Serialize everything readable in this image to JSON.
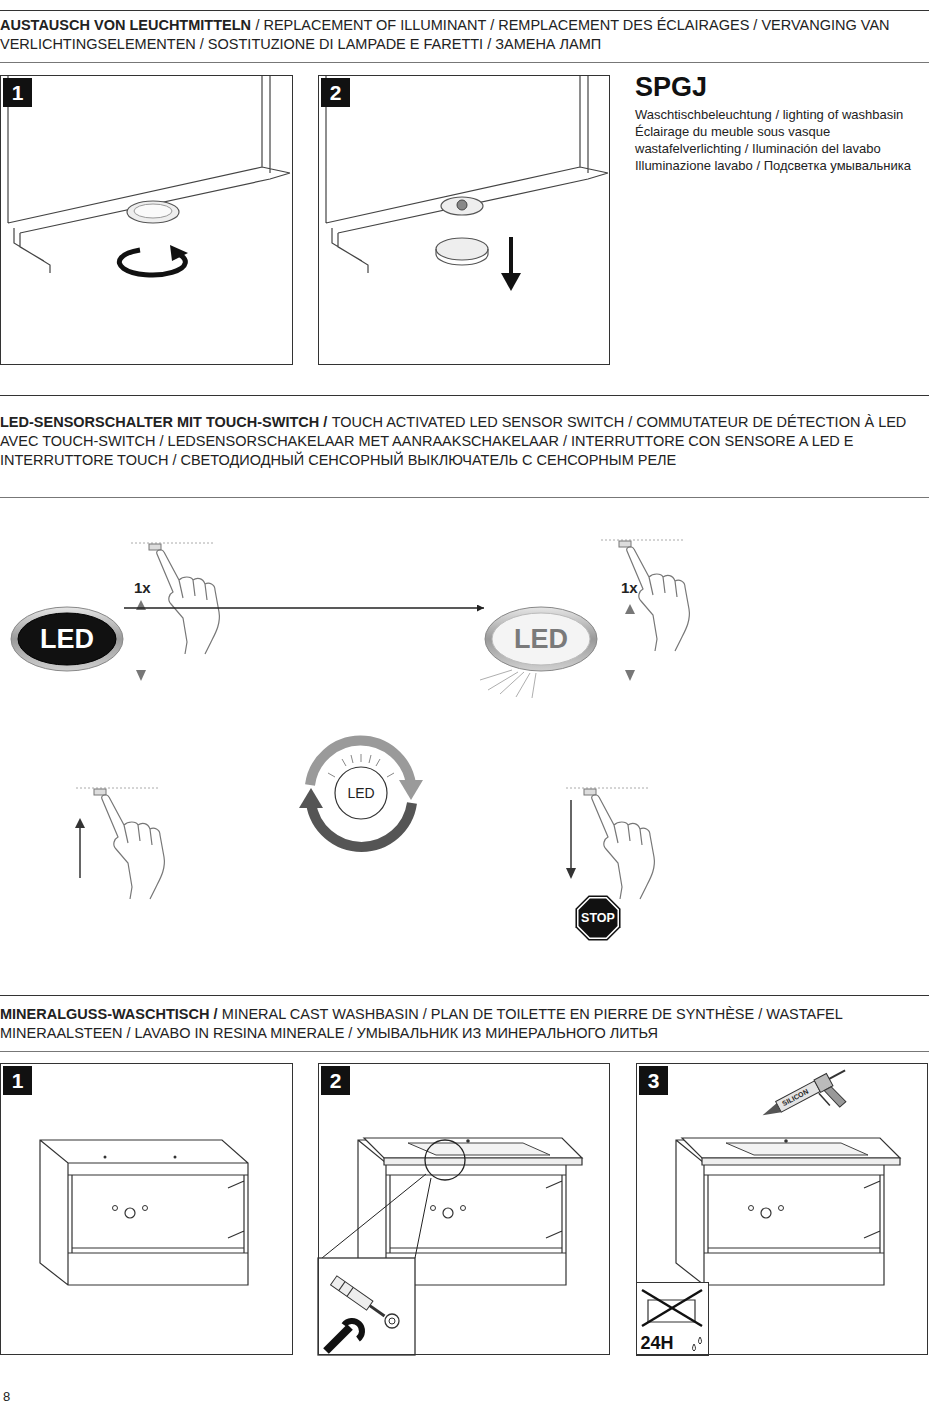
{
  "diagram": {
    "nodes": [
      {
        "text": [
          "1"
        ]
      },
      {
        "text": [
          "2"
        ]
      },
      {
        "text": [
          "LED"
        ]
      },
      {
        "text": [
          "LED"
        ]
      },
      {
        "text": [
          "LED"
        ]
      },
      {
        "text": [
          "STOP"
        ]
      },
      {
        "text": [
          "1"
        ]
      },
      {
        "text": [
          "2"
        ]
      },
      {
        "text": [
          "3"
        ]
      },
      {
        "text": [
          "24H"
        ],
        "in": 8
      }
    ],
    "edges": [
      {
        "from": 2,
        "to": 3,
        "arrow": "to"
      }
    ],
    "labels": [
      "AUSTAUSCH VON LEUCHTMITTELN",
      "/ REPLACEMENT OF ILLUMINANT / REMPLACEMENT DES ÉCLAIRAGES / VERVANGING VAN VERLICHTINGSELEMENTEN / SOSTITUZIONE DI LAMPADE E FARETTI / ЗАМЕНА ЛАМП",
      "SPGJ",
      "Waschtischbeleuchtung / lighting of washbasin Éclairage du meuble sous vasque wastafelverlichting / Iluminación del lavabo Illuminazione lavabo / Подсветка умывальника",
      "LED-SENSORSCHALTER MIT TOUCH-SWITCH /",
      "TOUCH ACTIVATED LED SENSOR SWITCH / COMMUTATEUR DE DÉTECTION À LED AVEC TOUCH-SWITCH / LEDSENSORSCHAKELAAR MET AANRAAKSCHAKELAAR / INTERRUTTORE CON SENSORE A LED E INTERRUTTORE TOUCH / СВЕТОДИОДНЫЙ СЕНСОРНЫЙ ВЫКЛЮЧАТЕЛЬ С СЕНСОРНЫМ РЕЛЕ",
      "1x",
      "1x",
      "MINERALGUSS-WASCHTISCH /",
      "MINERAL CAST WASHBASIN / PLAN DE TOILETTE EN PIERRE DE SYNTHÈSE / WASTAFEL MINERAALSTEEN / LAVABO IN RESINA MINERALE / УМЫВАЛЬНИК ИЗ МИНЕРАЛЬНОГО ЛИТЬЯ",
      "SILICON",
      "8"
    ]
  }
}
